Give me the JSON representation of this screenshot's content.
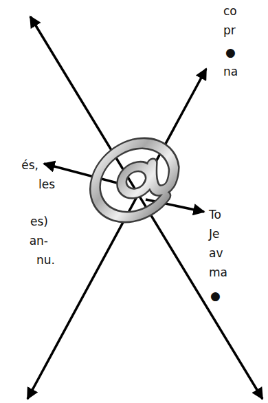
{
  "diagram": {
    "labels": [
      "co",
      "pr",
      "●",
      "na",
      "és,",
      "les",
      "es)",
      "an-",
      "nu.",
      "To",
      "Je",
      "av",
      "ma",
      "●"
    ]
  }
}
